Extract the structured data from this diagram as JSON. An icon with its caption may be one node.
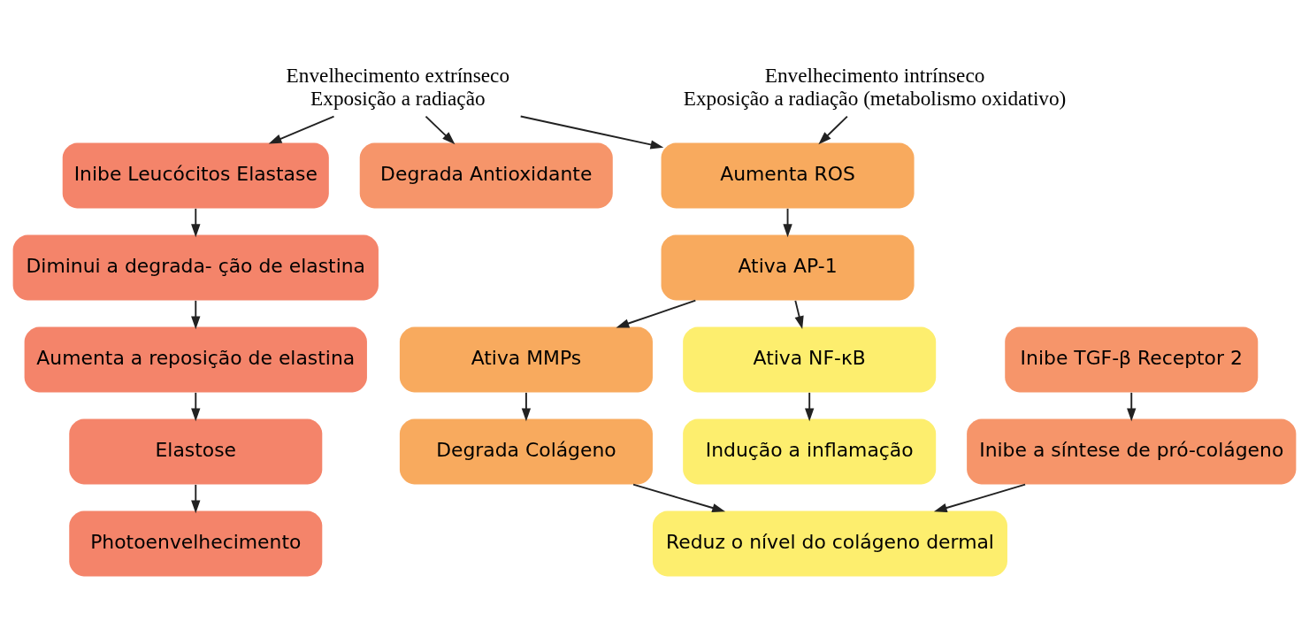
{
  "diagram": {
    "nodes": [
      {
        "text": [
          "Envelhecimento extrínseco",
          "Exposição a radiação"
        ]
      },
      {
        "text": [
          "Envelhecimento intrínseco",
          "Exposição a radiação (metabolismo oxidativo)"
        ]
      },
      {
        "text": [
          "Inibe Leucócitos Elastase"
        ]
      },
      {
        "text": [
          "Diminui a degrada- ção de elastina"
        ]
      },
      {
        "text": [
          "Aumenta a reposição de elastina"
        ]
      },
      {
        "text": [
          "Elastose"
        ]
      },
      {
        "text": [
          "Photoenvelhecimento"
        ]
      },
      {
        "text": [
          "Degrada Antioxidante"
        ]
      },
      {
        "text": [
          "Inibe TGF-β Receptor 2"
        ]
      },
      {
        "text": [
          "Inibe a síntese de pró-colágeno"
        ]
      },
      {
        "text": [
          "Reduz o nível do colágeno dermal"
        ]
      },
      {
        "text": [
          "Aumenta ROS"
        ]
      },
      {
        "text": [
          "Ativa AP-1"
        ]
      },
      {
        "text": [
          "Ativa MMPs"
        ]
      },
      {
        "text": [
          "Degrada Colágeno"
        ]
      },
      {
        "text": [
          "Indução a inflamação"
        ]
      },
      {
        "text": [
          "Ativa NF-κB"
        ]
      }
    ],
    "edges": [
      {
        "from": 0,
        "to": 2,
        "arrow": "to"
      },
      {
        "from": 0,
        "to": 7,
        "arrow": "to"
      },
      {
        "from": 0,
        "to": 11,
        "arrow": "to"
      },
      {
        "from": 1,
        "to": 11,
        "arrow": "to"
      },
      {
        "from": 2,
        "to": 3,
        "arrow": "to"
      },
      {
        "from": 3,
        "to": 4,
        "arrow": "to"
      },
      {
        "from": 4,
        "to": 5,
        "arrow": "to"
      },
      {
        "from": 5,
        "to": 6,
        "arrow": "to"
      },
      {
        "from": 8,
        "to": 9,
        "arrow": "to"
      },
      {
        "from": 9,
        "to": 10,
        "arrow": "to"
      },
      {
        "from": 11,
        "to": 12,
        "arrow": "to"
      },
      {
        "from": 12,
        "to": 13,
        "arrow": "to"
      },
      {
        "from": 13,
        "to": 14,
        "arrow": "to"
      },
      {
        "from": 14,
        "to": 10,
        "arrow": "to"
      },
      {
        "from": 12,
        "to": 16,
        "arrow": "to"
      },
      {
        "from": 16,
        "to": 15,
        "arrow": "to"
      }
    ]
  }
}
